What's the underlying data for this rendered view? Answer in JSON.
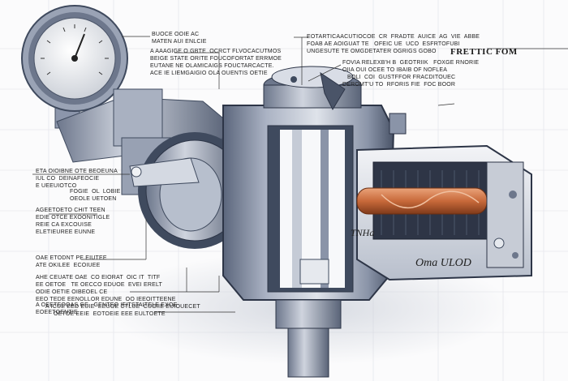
{
  "colors": {
    "steel_dark": "#3f4a5e",
    "steel_mid": "#8c96ab",
    "steel_light": "#d9dde6",
    "copper": "#c8693a",
    "copper_light": "#e9a37a",
    "grid": "#d8dae0",
    "ink": "#222222"
  },
  "labels": {
    "gauge_note_1": "BUOCE OOIE AC",
    "gauge_note_2": "MATEN AUI ENLCIE",
    "top_mid_1": "A AAAGIGE O GBTE  OCRCT FLVOCACUTMOS",
    "top_mid_2": "BEIGE STATE ORITE FOUCOFORTAT ERRMOE",
    "top_mid_3": "EUTANE NE OLAMICAIGS FOUCTARCACTE.",
    "top_mid_4": "ACE IE LIEMGAIGIO OLA OUENTIS OETIE",
    "top_right_1": "EOTARTICAACUTIOCOE  CR  FRADTE  AUICE  AG  VIE  ABBE",
    "top_right_2": "FOAB AE AOIGUAT TE   OFEIC UE  UCO  ESFRTOFUBI",
    "top_right_3": "UNGESUTE TE OMGDETATER OGRIGS GOBO",
    "right_title": "FRETTIC FOM",
    "right_mid_1": "FOVIA RELEXB'H B  GEOTRIIK   FOXGE RNORIE",
    "right_mid_2": "OIIA OUI OCEE TO IBAIB OF NOFLEA",
    "right_mid_3": "BOLI  COI  GUSTFFOR FRACDITOUEC",
    "right_mid_4": "DEROMT'U TO  RFORIS FIE  FOC BOOR",
    "left_1": "ETA OIOIBNE OTE BEOEUNA",
    "left_2": "IUL CO  DEINAFEOCIE",
    "left_3": "E UEEUIOTCO",
    "left_4": "FOGIE  OL  LOBIE",
    "left_5": "OEOLE UETOEN",
    "left_6": "AGEETOETO CHIT TEEN",
    "left_7": "EDIE OTCE EXOONITIGLE",
    "left_8": "REIE CA EXCOUISE",
    "left_9": "ELETIEUREE EUNNE",
    "left_10": "OAE ETODNT PE EIUTEE",
    "left_11": "ATE OKILEE  ECOIUEE",
    "left_12": "AHE CEUATE OAE  CO EIORAT  OIC IT  TITF",
    "left_13": "EE OETOE   TE OECCO EDUOE  EVEI ERELT",
    "left_14": "ODIE OETIE OIBEOEL CE",
    "left_15": "EEO TEDE EENOLLOR EDUNE  OO IEEOITTEENE",
    "left_16": "A OEETEOOAS GE   GENTEO IEITSTAITELE EXOE",
    "left_17": "EOEETOENTIE",
    "bottom_1": "A ICUE EED EUIE  EEUOE CTLUE  CUOIIE EUIOUECET",
    "bottom_2": "OETOE EEIE  EOTOEIE EEE EULTOETE",
    "barrel_tag": "TNHa",
    "output_tag": "Oma  ULOD"
  }
}
